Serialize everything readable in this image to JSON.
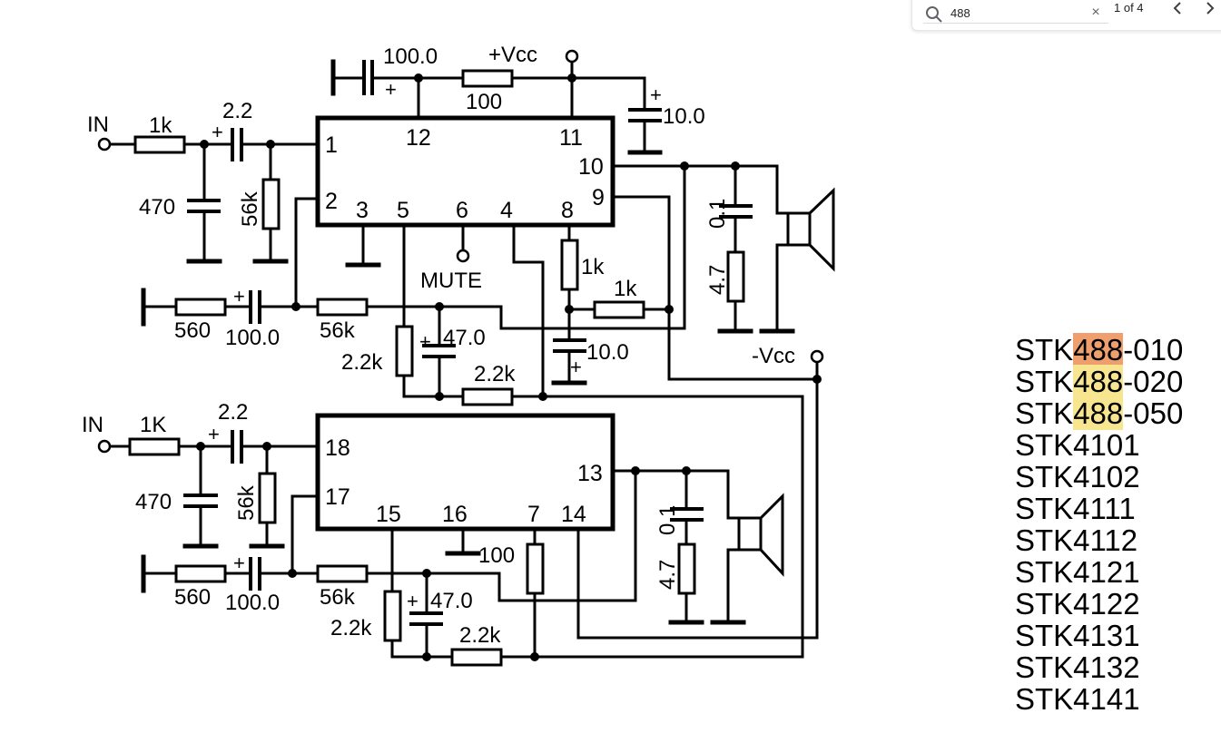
{
  "find_bar": {
    "query": "488",
    "match_count": "1 of 4",
    "icons": {
      "search": "search-icon",
      "clear": "close-icon",
      "prev": "chevron-left-icon",
      "next": "chevron-right-icon"
    },
    "clear_glyph": "×"
  },
  "schematic": {
    "supply": {
      "vcc_pos": "+Vcc",
      "vcc_neg": "-Vcc",
      "mute": "MUTE"
    },
    "in1": "IN",
    "in2": "IN",
    "pins": {
      "p1": "1",
      "p2": "2",
      "p3": "3",
      "p4": "4",
      "p5": "5",
      "p6": "6",
      "p7": "7",
      "p8": "8",
      "p9": "9",
      "p10": "10",
      "p11": "11",
      "p12": "12",
      "p13": "13",
      "p14": "14",
      "p15": "15",
      "p16": "16",
      "p17": "17",
      "p18": "18"
    },
    "values": {
      "c_top": "100.0",
      "r_top": "100",
      "c_out_top": "10.0",
      "r_in1": "1k",
      "c_in1": "2.2",
      "c_gnd1": "470",
      "r_bias1": "56k",
      "r_gnd1": "560",
      "c_fb1": "100.0",
      "r_fb1": "56k",
      "r_2k2_a": "2.2k",
      "c_47_a": "47.0",
      "r_2k2_b": "2.2k",
      "r_1k_v": "1k",
      "r_1k_h": "1k",
      "c_10_mid": "10.0",
      "c_01_top": "0.1",
      "r_47_top": "4.7",
      "r_in2": "1K",
      "c_in2": "2.2",
      "c_gnd2": "470",
      "r_bias2": "56k",
      "r_gnd2": "560",
      "c_fb2": "100.0",
      "r_fb2": "56k",
      "r_2k2_c": "2.2k",
      "c_47_b": "47.0",
      "r_2k2_d": "2.2k",
      "r_100_b": "100",
      "c_01_bot": "0.1",
      "r_47_bot": "4.7"
    }
  },
  "part_list": [
    {
      "prefix": "STK",
      "match": "488",
      "suffix": "-010",
      "active": true
    },
    {
      "prefix": "STK",
      "match": "488",
      "suffix": "-020",
      "active": false
    },
    {
      "prefix": "STK",
      "match": "488",
      "suffix": "-050",
      "active": false
    },
    {
      "prefix": "STK4101",
      "match": "",
      "suffix": "",
      "active": false
    },
    {
      "prefix": "STK4102",
      "match": "",
      "suffix": "",
      "active": false
    },
    {
      "prefix": "STK4111",
      "match": "",
      "suffix": "",
      "active": false
    },
    {
      "prefix": "STK4112",
      "match": "",
      "suffix": "",
      "active": false
    },
    {
      "prefix": "STK4121",
      "match": "",
      "suffix": "",
      "active": false
    },
    {
      "prefix": "STK4122",
      "match": "",
      "suffix": "",
      "active": false
    },
    {
      "prefix": "STK4131",
      "match": "",
      "suffix": "",
      "active": false
    },
    {
      "prefix": "STK4132",
      "match": "",
      "suffix": "",
      "active": false
    },
    {
      "prefix": "STK4141",
      "match": "",
      "suffix": "",
      "active": false
    }
  ]
}
